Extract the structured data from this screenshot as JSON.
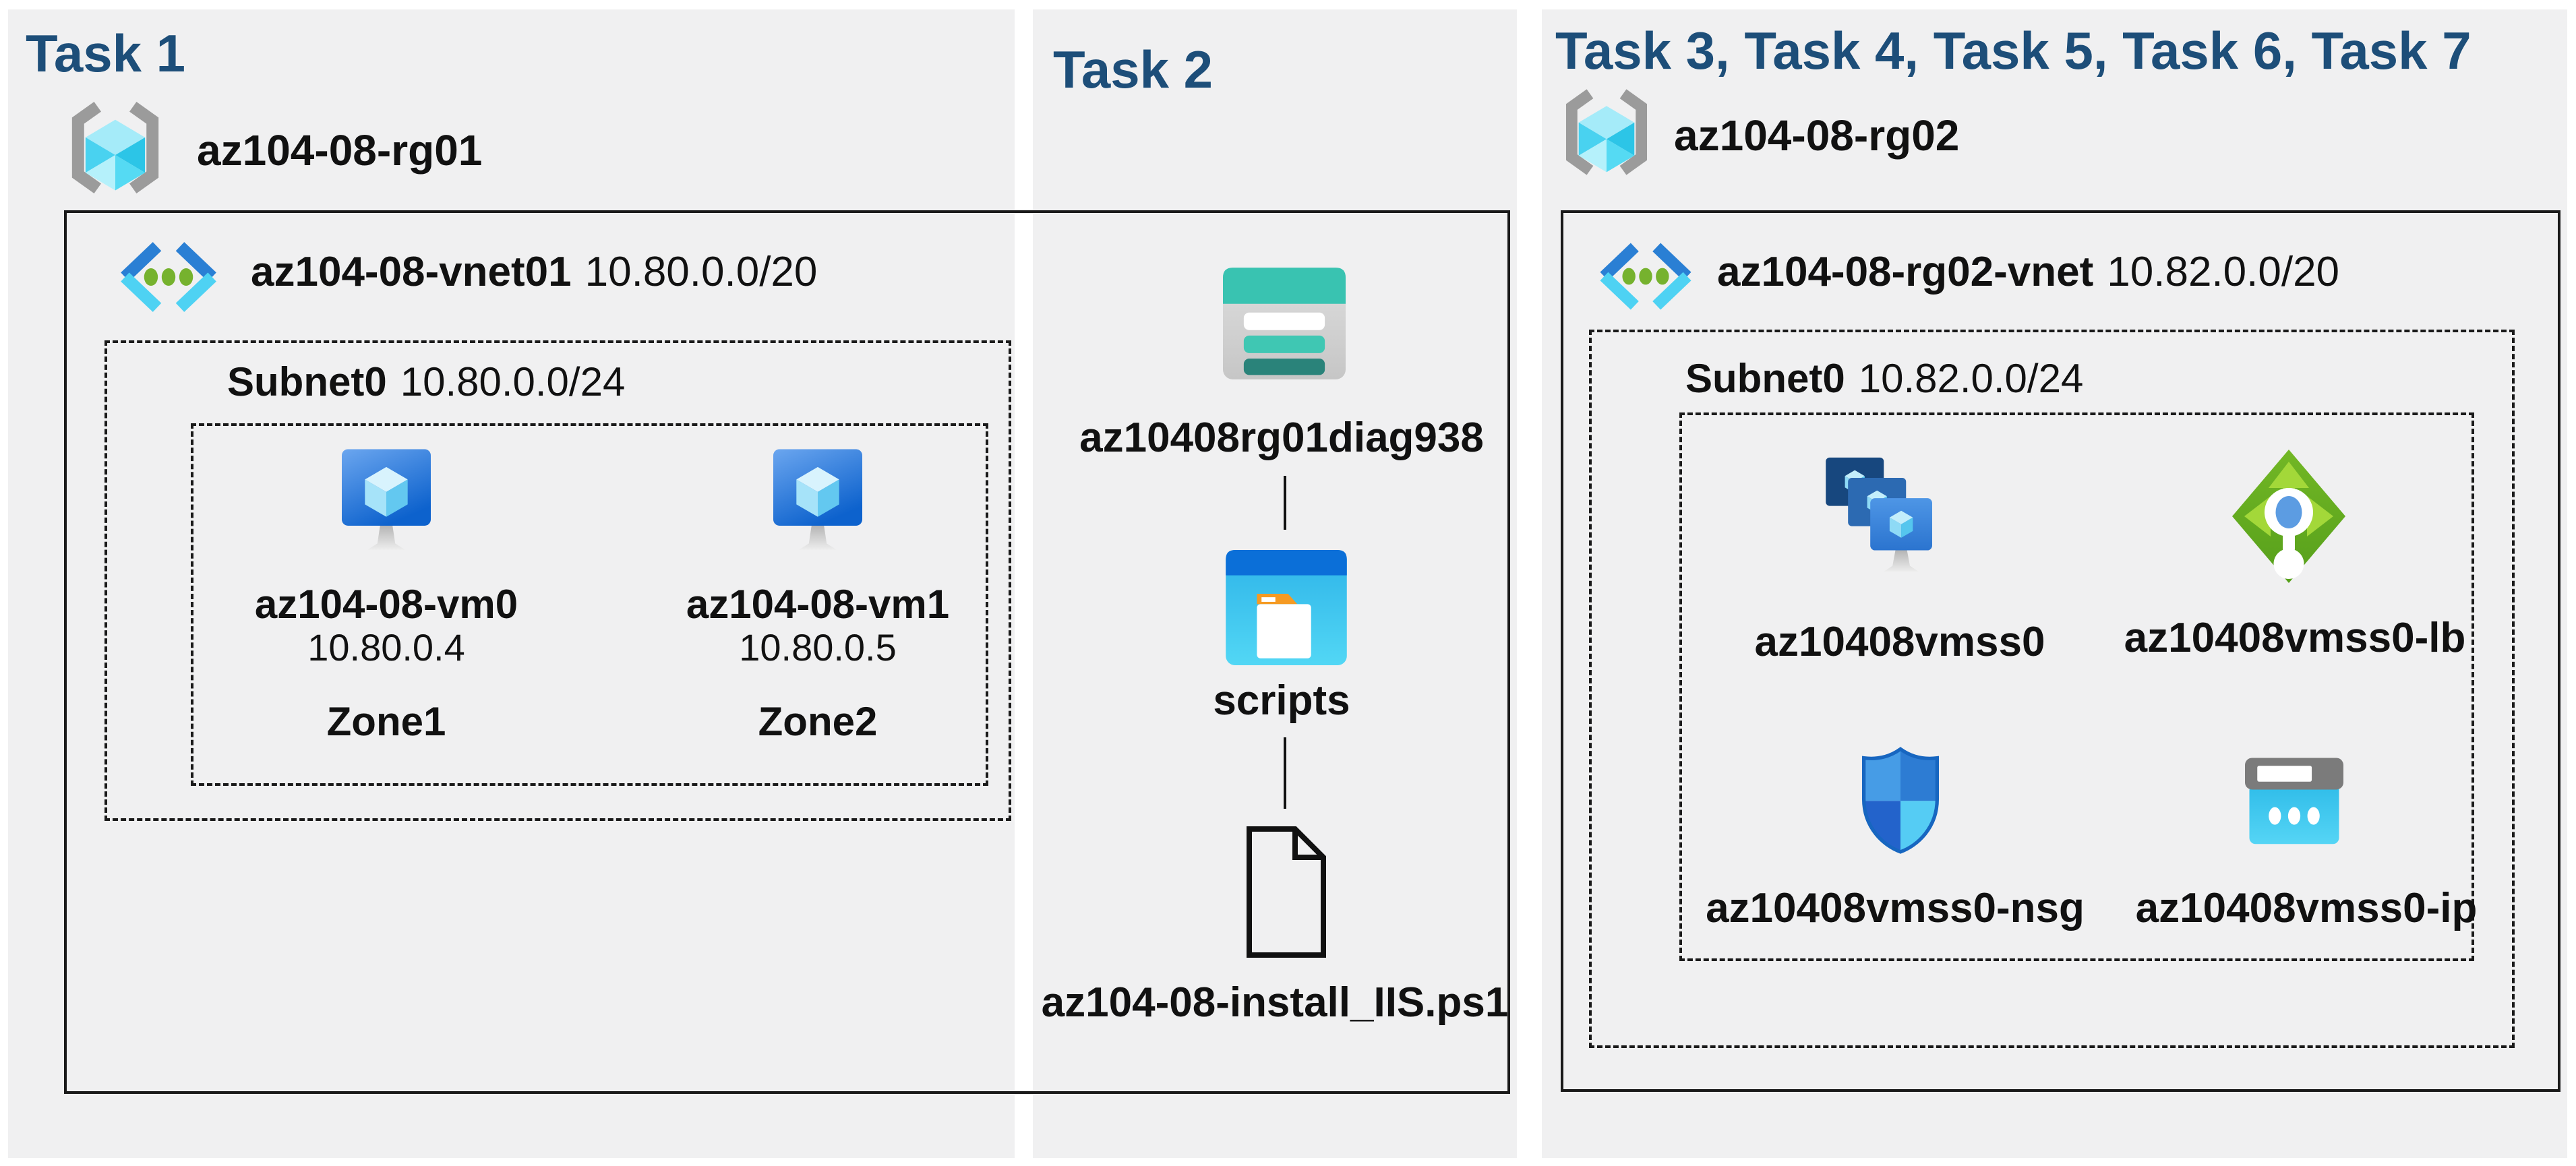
{
  "page": {
    "background": "#ffffff",
    "panel_background": "#f0f0f1",
    "title_color": "#1d4e79",
    "line_color": "#1a1a1a"
  },
  "panels": [
    {
      "title": "Task 1",
      "resource_group": {
        "name": "az104-08-rg01",
        "icon": "resource-group-icon"
      },
      "vnet": {
        "name": "az104-08-vnet01",
        "cidr": "10.80.0.0/20",
        "icon": "virtual-network-icon"
      },
      "subnet": {
        "name": "Subnet0",
        "cidr": "10.80.0.0/24"
      },
      "vms": [
        {
          "name": "az104-08-vm0",
          "ip": "10.80.0.4",
          "zone": "Zone1",
          "icon": "virtual-machine-icon"
        },
        {
          "name": "az104-08-vm1",
          "ip": "10.80.0.5",
          "zone": "Zone2",
          "icon": "virtual-machine-icon"
        }
      ]
    },
    {
      "title": "Task 2",
      "storage_account": {
        "name": "az10408rg01diag938",
        "icon": "storage-account-icon"
      },
      "share": {
        "name": "scripts",
        "icon": "file-share-icon"
      },
      "file": {
        "name": "az104-08-install_IIS.ps1",
        "icon": "document-icon"
      }
    },
    {
      "title": "Task 3, Task 4, Task 5, Task 6, Task 7",
      "resource_group": {
        "name": "az104-08-rg02",
        "icon": "resource-group-icon"
      },
      "vnet": {
        "name": "az104-08-rg02-vnet",
        "cidr": "10.82.0.0/20",
        "icon": "virtual-network-icon"
      },
      "subnet": {
        "name": "Subnet0",
        "cidr": "10.82.0.0/24"
      },
      "resources": [
        {
          "name": "az10408vmss0",
          "icon": "vm-scale-set-icon"
        },
        {
          "name": "az10408vmss0-lb",
          "icon": "load-balancer-icon"
        },
        {
          "name": "az10408vmss0-nsg",
          "icon": "network-security-group-icon"
        },
        {
          "name": "az10408vmss0-ip",
          "icon": "public-ip-icon"
        }
      ]
    }
  ],
  "colors": {
    "storage_teal": "#39c3b1",
    "storage_teal_dark": "#2a837a",
    "folder_blue": "#0b6fd8",
    "folder_body_cyan": "#35bdf0",
    "folder_tab_orange": "#f59a23",
    "vm_blue": "#0d62cd",
    "vnet_chevron_blue": "#2a7fd4",
    "vnet_chevron_cyan": "#4ed2f3",
    "vnet_dot_green": "#76b22e",
    "lb_green": "#66ad22",
    "lb_arrow_green": "#a3d839",
    "lb_dot_blue": "#5c9ce2",
    "nsg_cyan": "#55ccf4",
    "ip_gray": "#7b7b7b",
    "ip_cyan": "#3ec3ee",
    "rg_bracket_gray": "#9b9b9b",
    "rg_cube_cyan": "#49d2f0"
  }
}
